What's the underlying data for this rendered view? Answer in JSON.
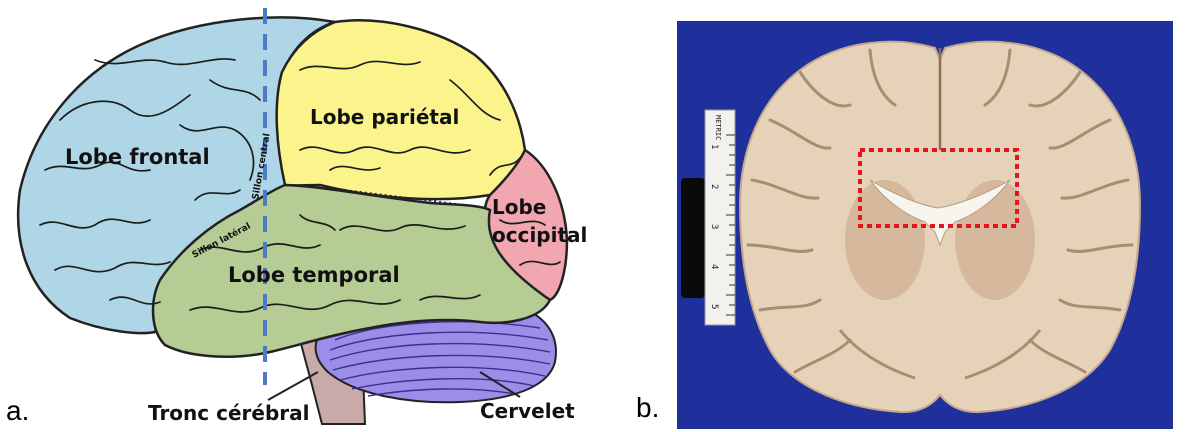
{
  "panel_a": {
    "letter": "a.",
    "labels": {
      "frontal": "Lobe frontal",
      "parietal": "Lobe pariétal",
      "occipital_line1": "Lobe",
      "occipital_line2": "occipital",
      "temporal": "Lobe temporal",
      "central_sulcus": "Sillon central",
      "lateral_sulcus": "Sillon latéral",
      "brainstem": "Tronc cérébral",
      "cerebellum": "Cervelet"
    },
    "colors": {
      "frontal": "#aed6e6",
      "parietal": "#fbf48c",
      "occipital": "#f2a7b0",
      "temporal": "#b5cc94",
      "cerebellum": "#9b8de8",
      "brainstem": "#c9aaa8",
      "cut_line": "#4a7ac8"
    }
  },
  "panel_b": {
    "letter": "b.",
    "ruler_text": "METRIC",
    "ruler_numbers": [
      "1",
      "2",
      "3",
      "4",
      "5"
    ],
    "colors": {
      "background": "#1f2f9c",
      "tissue": "#e6d2b8",
      "highlight_box": "#e8141c"
    }
  }
}
